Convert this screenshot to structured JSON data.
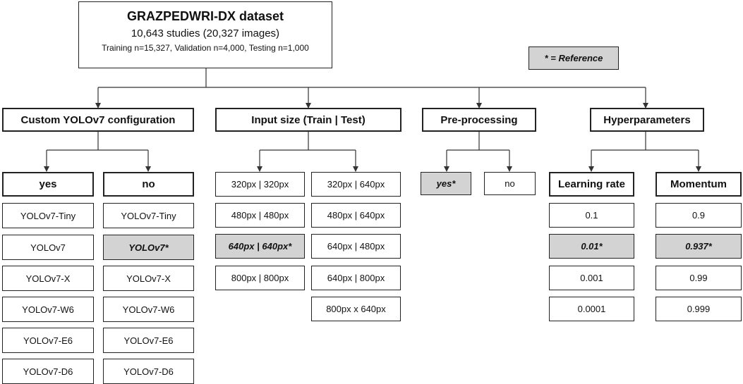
{
  "dataset": {
    "title": "GRAZPEDWRI-DX dataset",
    "studies": "10,643 studies (20,327 images)",
    "split": "Training n=15,327, Validation n=4,000, Testing n=1,000"
  },
  "legend": "* = Reference",
  "branches": {
    "config": {
      "title": "Custom YOLOv7 configuration",
      "yes": {
        "title": "yes",
        "items": [
          "YOLOv7-Tiny",
          "YOLOv7",
          "YOLOv7-X",
          "YOLOv7-W6",
          "YOLOv7-E6",
          "YOLOv7-D6"
        ]
      },
      "no": {
        "title": "no",
        "items": [
          "YOLOv7-Tiny",
          "YOLOv7*",
          "YOLOv7-X",
          "YOLOv7-W6",
          "YOLOv7-E6",
          "YOLOv7-D6"
        ]
      }
    },
    "input": {
      "title": "Input size (Train | Test)",
      "left": [
        "320px | 320px",
        "480px | 480px",
        "640px | 640px*",
        "800px | 800px"
      ],
      "right": [
        "320px | 640px",
        "480px | 640px",
        "640px | 480px",
        "640px | 800px",
        "800px x 640px"
      ]
    },
    "prep": {
      "title": "Pre-processing",
      "yes": "yes*",
      "no": "no"
    },
    "hyper": {
      "title": "Hyperparameters",
      "lr": {
        "title": "Learning rate",
        "items": [
          "0.1",
          "0.01*",
          "0.001",
          "0.0001"
        ]
      },
      "mom": {
        "title": "Momentum",
        "items": [
          "0.9",
          "0.937*",
          "0.99",
          "0.999"
        ]
      }
    }
  }
}
